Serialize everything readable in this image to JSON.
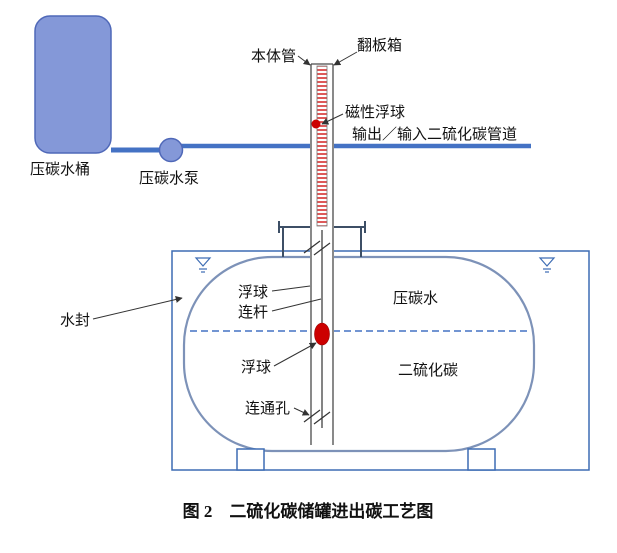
{
  "figure": {
    "caption": "图 2　二硫化碳储罐进出碳工艺图"
  },
  "labels": {
    "body_pipe": "本体管",
    "flap_box": "翻板箱",
    "magnetic_float_ball": "磁性浮球",
    "cs2_io_pipeline": "输出／输入二硫化碳管道",
    "carbon_water_bucket": "压碳水桶",
    "carbon_water_pump": "压碳水泵",
    "water_seal": "水封",
    "float_rod_line1": "浮球",
    "float_rod_line2": "连杆",
    "carbon_water": "压碳水",
    "float_ball": "浮球",
    "carbon_disulfide": "二硫化碳",
    "connecting_hole": "连通孔"
  },
  "colors": {
    "pipe_blue": "#4472c4",
    "vessel_fill": "#8498d8",
    "vessel_stroke": "#4f68b8",
    "container_blue": "#3d6cb4",
    "tank_stroke": "#7d92b8",
    "indicator_red": "#cc0000",
    "line_dark": "#333333"
  }
}
